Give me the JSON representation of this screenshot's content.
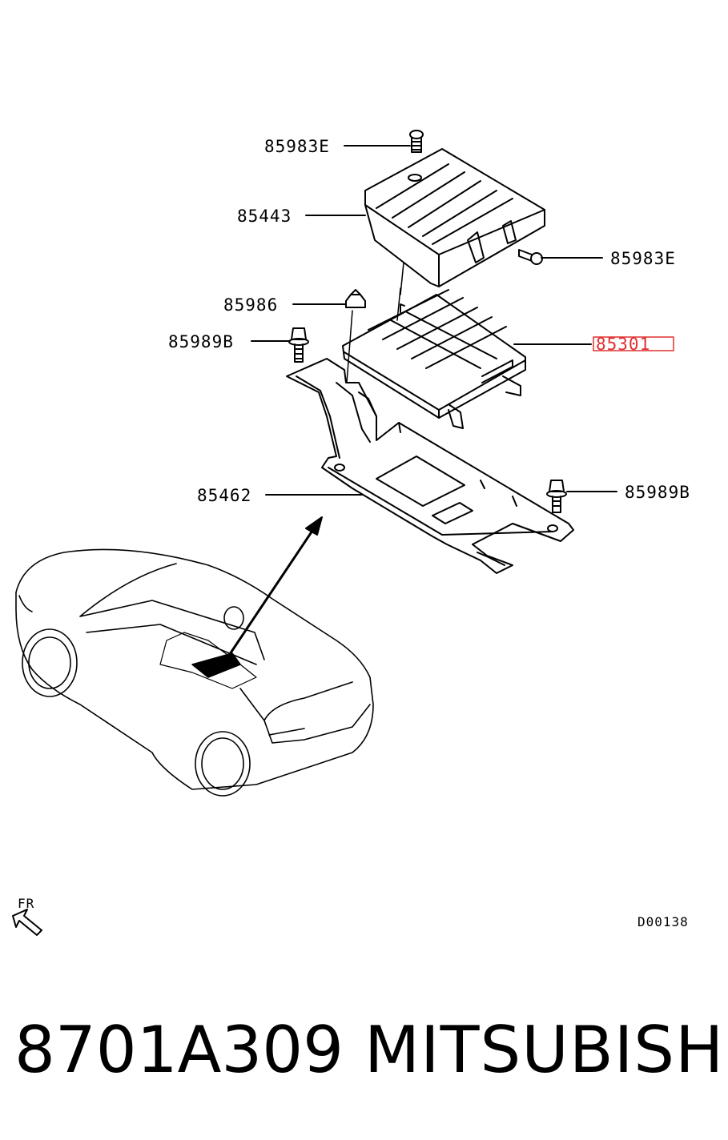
{
  "callouts": {
    "top_screw": "85983E",
    "cover": "85443",
    "side_screw": "85983E",
    "nut": "85986",
    "left_bolt": "85989B",
    "amplifier": "85301",
    "bracket": "85462",
    "right_bolt": "85989B"
  },
  "highlight_color": "#e03030",
  "direction_label": "FR",
  "diagram_code": "D00138",
  "footer": {
    "part_number": "8701A309",
    "brand": "MITSUBISHI"
  }
}
